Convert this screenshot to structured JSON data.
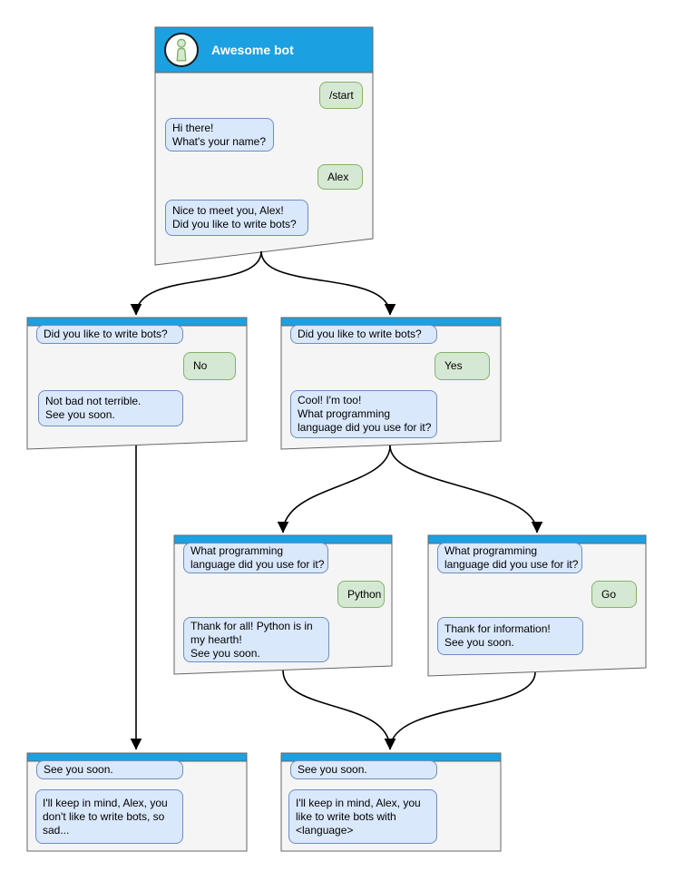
{
  "colors": {
    "header": "#1ba1e2",
    "window_bg": "#f5f5f5",
    "window_border": "#666666",
    "bot_bubble_bg": "#dae8fc",
    "bot_bubble_border": "#6c8ebf",
    "user_bubble_bg": "#d5e8d4",
    "user_bubble_border": "#82b366",
    "edge": "#000000",
    "avatar_bg": "#ffffff",
    "avatar_border": "#1a1a1a"
  },
  "windows": [
    {
      "name": "awesome-bot-root",
      "title": "Awesome bot",
      "avatar_icon": "person-icon",
      "messages": [
        {
          "from": "user",
          "text": "/start"
        },
        {
          "from": "bot",
          "text": "Hi there!\nWhat's your name?"
        },
        {
          "from": "user",
          "text": "Alex"
        },
        {
          "from": "bot",
          "text": "Nice to meet you, Alex!\nDid you like to write bots?"
        }
      ]
    },
    {
      "name": "branch-no",
      "messages": [
        {
          "from": "bot",
          "text": "Did you like to write bots?"
        },
        {
          "from": "user",
          "text": "No"
        },
        {
          "from": "bot",
          "text": "Not bad not terrible.\nSee you soon."
        }
      ]
    },
    {
      "name": "branch-yes",
      "messages": [
        {
          "from": "bot",
          "text": "Did you like to write bots?"
        },
        {
          "from": "user",
          "text": "Yes"
        },
        {
          "from": "bot",
          "text": "Cool! I'm too!\nWhat programming\nlanguage did you use for it?"
        }
      ]
    },
    {
      "name": "branch-python",
      "messages": [
        {
          "from": "bot",
          "text": "What programming\nlanguage did you use for it?"
        },
        {
          "from": "user",
          "text": "Python"
        },
        {
          "from": "bot",
          "text": "Thank for all! Python is in\nmy hearth!\nSee you soon."
        }
      ]
    },
    {
      "name": "branch-go",
      "messages": [
        {
          "from": "bot",
          "text": "What programming\nlanguage did you use for it?"
        },
        {
          "from": "user",
          "text": "Go"
        },
        {
          "from": "bot",
          "text": "Thank for information!\nSee you soon."
        }
      ]
    },
    {
      "name": "end-no",
      "messages": [
        {
          "from": "bot",
          "text": "See you soon."
        },
        {
          "from": "bot",
          "text": "I'll keep in mind, Alex, you\ndon't like to write bots, so\nsad..."
        }
      ]
    },
    {
      "name": "end-yes",
      "messages": [
        {
          "from": "bot",
          "text": "See you soon."
        },
        {
          "from": "bot",
          "text": "I'll keep in mind, Alex, you\nlike to write bots with\n<language>"
        }
      ]
    }
  ]
}
